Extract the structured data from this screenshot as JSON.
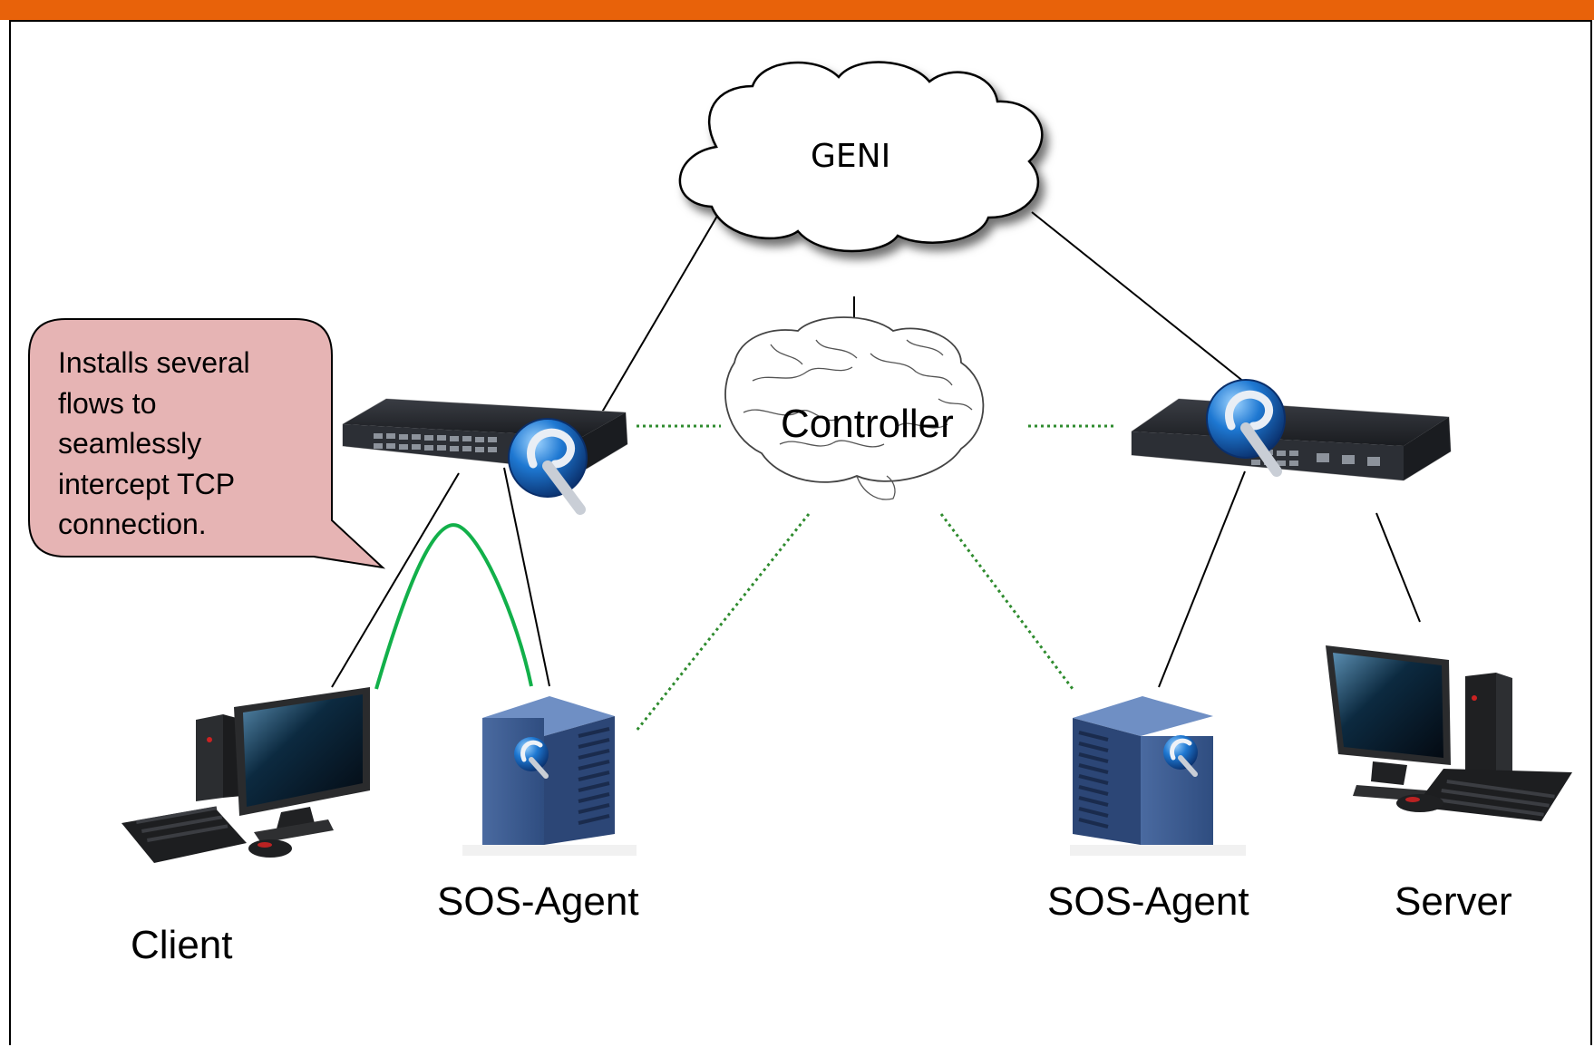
{
  "cloud": {
    "label": "GENI"
  },
  "controller": {
    "label": "Controller"
  },
  "callout": {
    "lines": [
      "Installs several",
      "flows to",
      "seamlessly",
      "intercept TCP",
      "connection."
    ]
  },
  "nodes": {
    "left_agent": "SOS-Agent",
    "right_agent": "SOS-Agent",
    "client": "Client",
    "server": "Server"
  },
  "colors": {
    "header_bar": "#e8620a",
    "callout_fill": "#e6b4b4",
    "control_link": "#2e8b2e",
    "data_path": "#12b04a",
    "server_box": "#3e5f93"
  },
  "icons": [
    "cloud-icon",
    "brain-icon",
    "network-switch-icon",
    "openflow-logo-icon",
    "server-tower-icon",
    "desktop-computer-icon"
  ]
}
